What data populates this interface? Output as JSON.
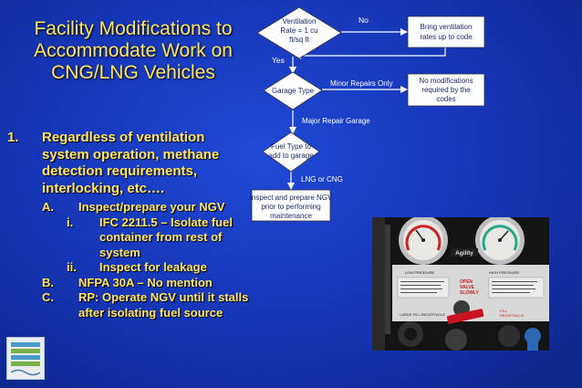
{
  "slide": {
    "title_lines": [
      "Facility Modifications to",
      "Accommodate Work on",
      "CNG/LNG Vehicles"
    ],
    "bullets": {
      "item1": {
        "num": "1.",
        "text": "Regardless of ventilation system operation, methane detection requirements, interlocking, etc…."
      },
      "A": {
        "label": "A.",
        "text": "Inspect/prepare your NGV"
      },
      "Ai": {
        "label": "i.",
        "text": "IFC 2211.5 – Isolate fuel container from rest of system"
      },
      "Aii": {
        "label": "ii.",
        "text": "Inspect for leakage"
      },
      "B": {
        "label": "B.",
        "text": "NFPA 30A – No mention"
      },
      "C": {
        "label": "C.",
        "text": "RP: Operate NGV until it stalls after isolating fuel source"
      }
    }
  },
  "flowchart": {
    "ventilation_lines": [
      "Ventilation",
      "Rate = 1 cu",
      "ft/sq ft"
    ],
    "no_label": "No",
    "bring_lines": [
      "Bring ventilation",
      "rates up to code"
    ],
    "yes_label": "Yes",
    "garage_type": "Garage Type",
    "minor_label": "Minor Repairs Only",
    "no_mod_lines": [
      "No modifications",
      "required by the",
      "codes"
    ],
    "major_label": "Major Repair Garage",
    "fuel_lines": [
      "Fuel Type to",
      "add to garage"
    ],
    "lng_label": "LNG or CNG",
    "inspect_lines": [
      "Inspect and prepare NGV",
      "prior to performing",
      "maintenance"
    ]
  },
  "photo": {
    "brand": "Agility",
    "labels": {
      "low_pressure": "LOW PRESSURE",
      "high_pressure": "HIGH PRESSURE",
      "open": "OPEN",
      "valve": "VALVE",
      "slowly": "SLOWLY",
      "large_fill": "LARGE FILL RECEPTACLE",
      "fill": "FILL",
      "receptacle": "RECEPTACLE"
    }
  },
  "colors": {
    "title": "#ffe45c",
    "background": "#1434b3"
  }
}
